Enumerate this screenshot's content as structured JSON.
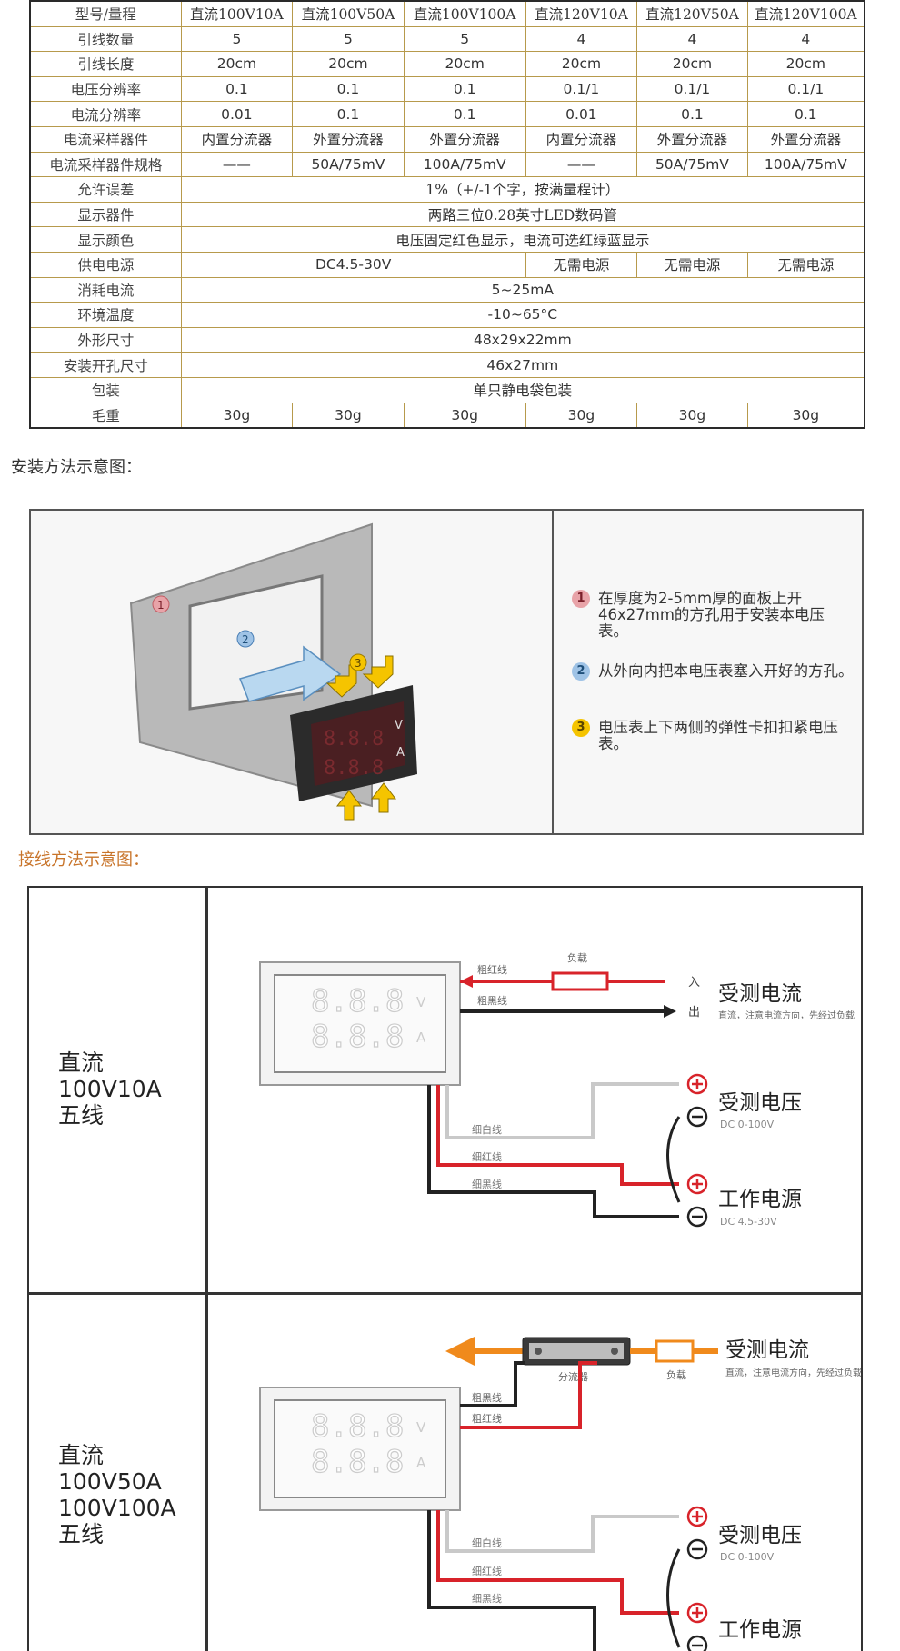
{
  "spec_table": {
    "rows": [
      {
        "label": "型号/量程",
        "cells": [
          "直流100V10A",
          "直流100V50A",
          "直流100V100A",
          "直流120V10A",
          "直流120V50A",
          "直流120V100A"
        ],
        "serif": true
      },
      {
        "label": "引线数量",
        "cells": [
          "5",
          "5",
          "5",
          "4",
          "4",
          "4"
        ]
      },
      {
        "label": "引线长度",
        "cells": [
          "20cm",
          "20cm",
          "20cm",
          "20cm",
          "20cm",
          "20cm"
        ]
      },
      {
        "label": "电压分辨率",
        "cells": [
          "0.1",
          "0.1",
          "0.1",
          "0.1/1",
          "0.1/1",
          "0.1/1"
        ]
      },
      {
        "label": "电流分辨率",
        "cells": [
          "0.01",
          "0.1",
          "0.1",
          "0.01",
          "0.1",
          "0.1"
        ]
      },
      {
        "label": "电流采样器件",
        "cells": [
          "内置分流器",
          "外置分流器",
          "外置分流器",
          "内置分流器",
          "外置分流器",
          "外置分流器"
        ],
        "serif": true
      },
      {
        "label": "电流采样器件规格",
        "cells": [
          "——",
          "50A/75mV",
          "100A/75mV",
          "——",
          "50A/75mV",
          "100A/75mV"
        ]
      },
      {
        "label": "允许误差",
        "span": "1%（+/-1个字，按满量程计）",
        "serif": true
      },
      {
        "label": "显示器件",
        "span": "两路三位0.28英寸LED数码管",
        "serif": true
      },
      {
        "label": "显示颜色",
        "span": "电压固定红色显示，电流可选红绿蓝显示",
        "serif": true
      },
      {
        "label": "供电电源",
        "power": [
          "DC4.5-30V",
          "无需电源",
          "无需电源",
          "无需电源"
        ]
      },
      {
        "label": "消耗电流",
        "span": "5~25mA"
      },
      {
        "label": "环境温度",
        "span": "-10~65°C"
      },
      {
        "label": "外形尺寸",
        "span": "48x29x22mm"
      },
      {
        "label": "安装开孔尺寸",
        "span": "46x27mm"
      },
      {
        "label": "包装",
        "span": "单只静电袋包装",
        "serif": true
      },
      {
        "label": "毛重",
        "cells": [
          "30g",
          "30g",
          "30g",
          "30g",
          "30g",
          "30g"
        ]
      }
    ]
  },
  "install": {
    "title": "安装方法示意图：",
    "badges": [
      "1",
      "2",
      "3"
    ],
    "steps": [
      {
        "num": "1",
        "text": "在厚度为2-5mm厚的面板上开46x27mm的方孔用于安装本电压表。"
      },
      {
        "num": "2",
        "text": "从外向内把本电压表塞入开好的方孔。"
      },
      {
        "num": "3",
        "text": "电压表上下两侧的弹性卡扣扣紧电压表。"
      }
    ],
    "display_v": "V",
    "display_a": "A"
  },
  "wiring": {
    "title": "接线方法示意图：",
    "row1": {
      "label": "直流\n100V10A\n五线",
      "load": "负载",
      "thick_red": "粗红线",
      "thick_black": "粗黑线",
      "in_label": "入",
      "out_label": "出",
      "current_title": "受测电流",
      "current_note": "直流，注意电流方向，先经过负载",
      "thin_white": "细白线",
      "thin_red": "细红线",
      "thin_black": "细黑线",
      "voltage_title": "受测电压",
      "voltage_range": "DC 0-100V",
      "power_title": "工作电源",
      "power_range": "DC 4.5-30V",
      "digits": "8.8.8",
      "unit_v": "V",
      "unit_a": "A"
    },
    "row2": {
      "label": "直流\n100V50A\n100V100A\n五线",
      "shunt": "分流器",
      "load": "负载",
      "thick_black": "粗黑线",
      "thick_red": "粗红线",
      "current_title": "受测电流",
      "current_note": "直流，注意电流方向，先经过负载",
      "thin_white": "细白线",
      "thin_red": "细红线",
      "thin_black": "细黑线",
      "voltage_title": "受测电压",
      "voltage_range": "DC 0-100V",
      "power_title": "工作电源",
      "digits": "8.8.8",
      "unit_v": "V",
      "unit_a": "A"
    }
  },
  "colors": {
    "wire_red": "#d8232a",
    "wire_black": "#222222",
    "wire_white": "#c9c9c9",
    "arrow_orange": "#f08a1c",
    "table_border": "#b79a4c",
    "badge_red": "#e8a3a8",
    "badge_blue": "#9fc3e6",
    "badge_yellow": "#f5c400"
  }
}
